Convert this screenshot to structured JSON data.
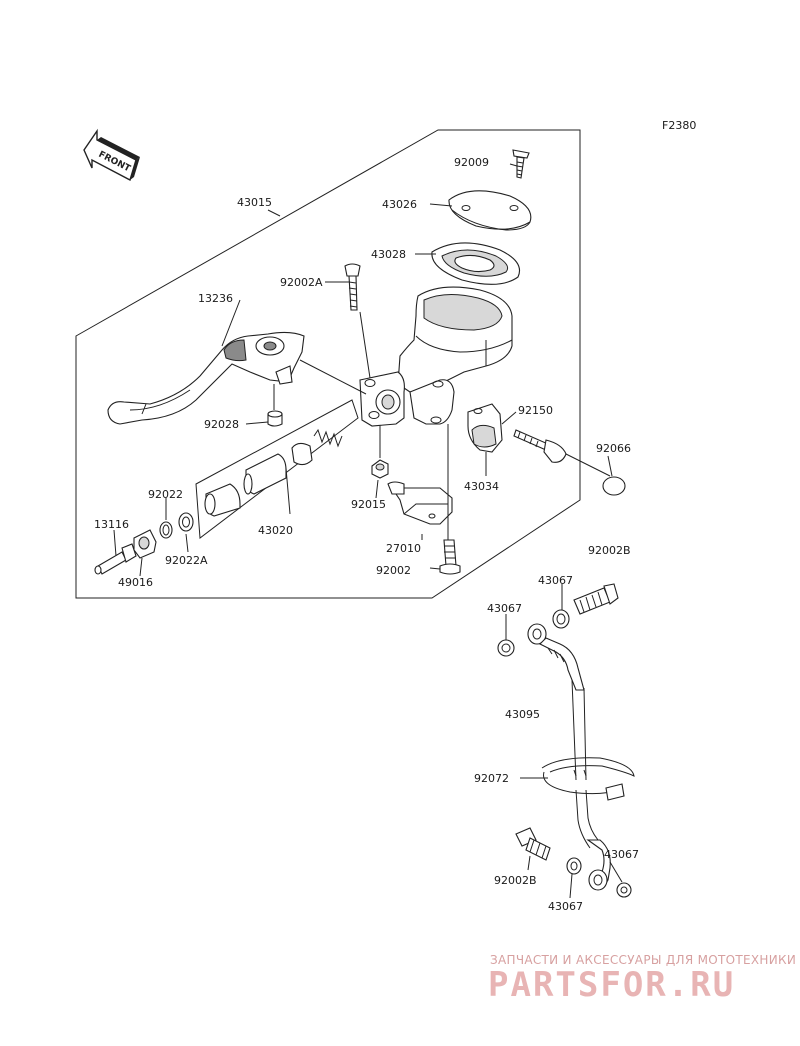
{
  "figure_code": "F2380",
  "front_label": "FRONT",
  "watermark": {
    "line1": "ЗАПЧАСТИ И АКСЕССУАРЫ ДЛЯ МОТОТЕХНИКИ",
    "line2": "PARTSFOR.RU"
  },
  "parts": {
    "p43015": "43015",
    "p92009": "92009",
    "p43026": "43026",
    "p43028": "43028",
    "p92002A": "92002A",
    "p13236": "13236",
    "p92028": "92028",
    "p92150": "92150",
    "p92066": "92066",
    "p43034": "43034",
    "p92022": "92022",
    "p92015": "92015",
    "p43020": "43020",
    "p13116": "13116",
    "p92022A": "92022A",
    "p27010": "27010",
    "p49016": "49016",
    "p92002B_top": "92002B",
    "p92002": "92002",
    "p43067_a": "43067",
    "p43067_b": "43067",
    "p43095": "43095",
    "p92072": "92072",
    "p43067_c": "43067",
    "p92002B_bot": "92002B",
    "p43067_d": "43067"
  }
}
